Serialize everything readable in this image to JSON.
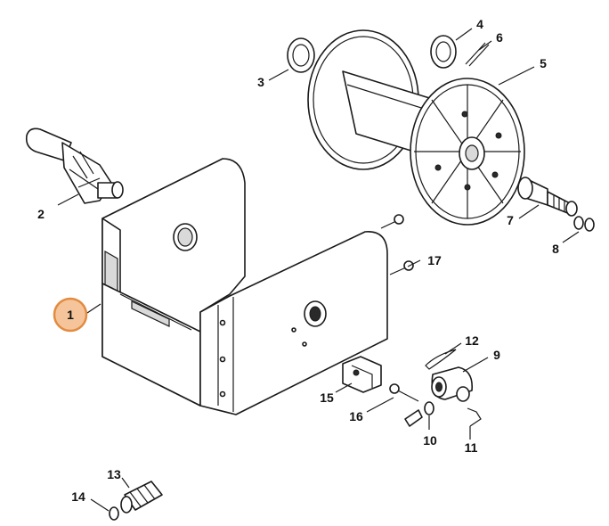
{
  "labels": {
    "p1": "1",
    "p2": "2",
    "p3": "3",
    "p4": "4",
    "p5": "5",
    "p6": "6",
    "p7": "7",
    "p8": "8",
    "p9": "9",
    "p10": "10",
    "p11": "11",
    "p12": "12",
    "p13": "13",
    "p14": "14",
    "p15": "15",
    "p16": "16",
    "p17": "17"
  },
  "highlight": {
    "part": "1",
    "fill": "#f5c49a",
    "stroke": "#e28b3f"
  }
}
